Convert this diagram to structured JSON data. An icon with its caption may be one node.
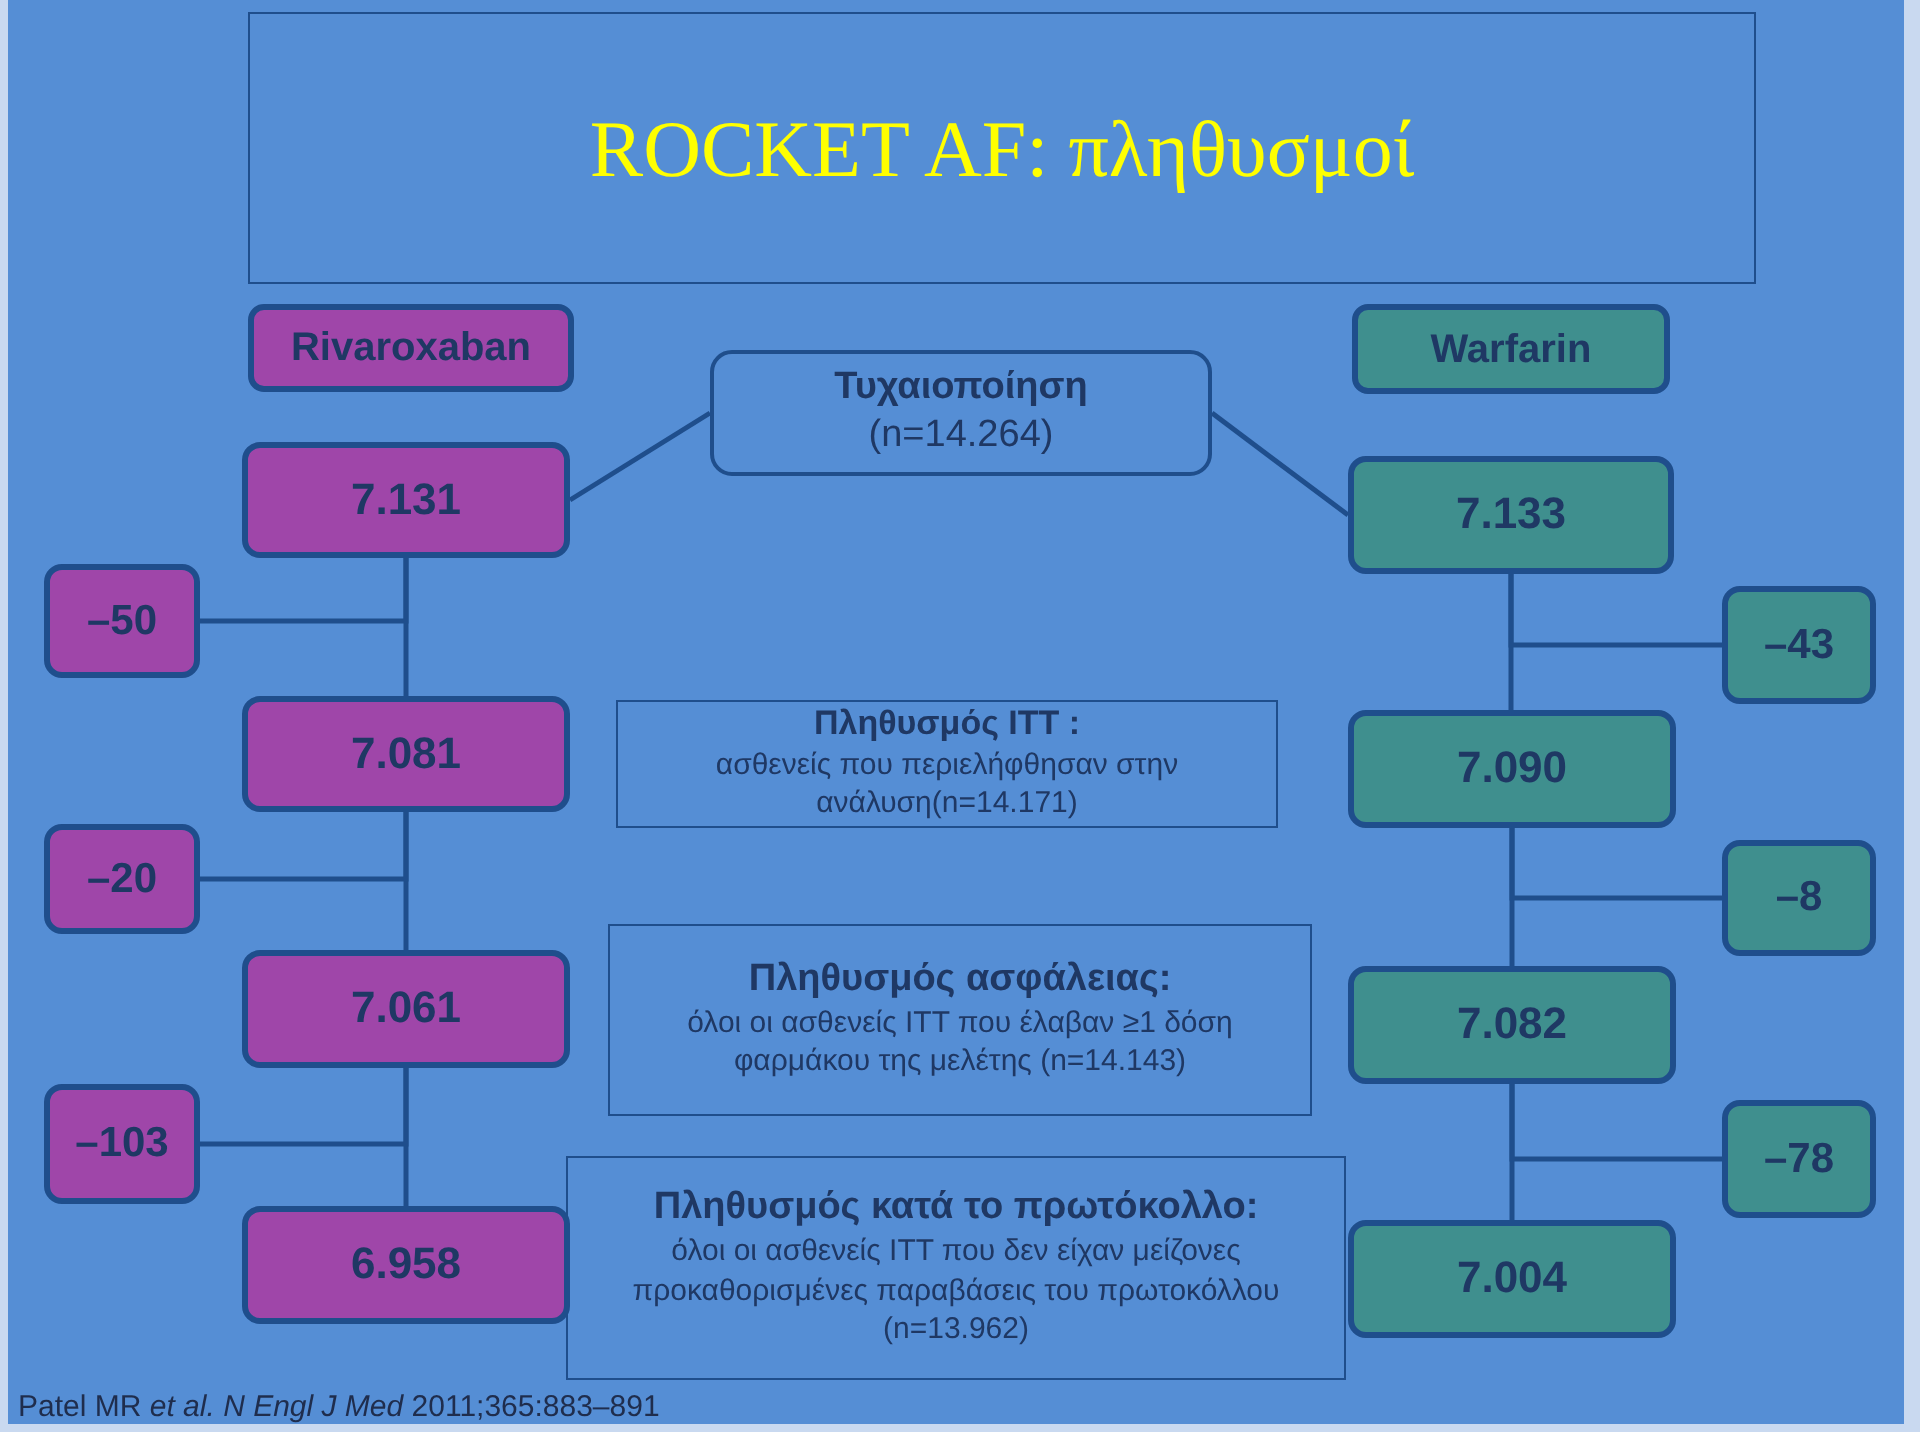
{
  "diagram": {
    "title": "ROCKET AF: πληθυσμοί",
    "nodes": [
      {
        "text": [
          "Rivaroxaban"
        ]
      },
      {
        "text": [
          "7.131"
        ]
      },
      {
        "text": [
          "Τυχαιοποίηση",
          "(n=14.264)"
        ]
      },
      {
        "text": [
          "Warfarin"
        ]
      },
      {
        "text": [
          "7.133"
        ]
      },
      {
        "text": [
          "–50"
        ]
      },
      {
        "text": [
          "–43"
        ]
      },
      {
        "text": [
          "7.081"
        ]
      },
      {
        "text": [
          "Πληθυσμός ITT :",
          "ασθενείς που περιελήφθησαν στην ανάλυση(n=14.171)"
        ]
      },
      {
        "text": [
          "7.090"
        ]
      },
      {
        "text": [
          "–20"
        ]
      },
      {
        "text": [
          "–8"
        ]
      },
      {
        "text": [
          "7.061"
        ]
      },
      {
        "text": [
          "Πληθυσμός ασφάλειας:",
          "όλοι οι ασθενείς ITT που έλαβαν ≥1 δόση φαρμάκου της μελέτης (n=14.143)"
        ]
      },
      {
        "text": [
          "7.082"
        ]
      },
      {
        "text": [
          "–103"
        ]
      },
      {
        "text": [
          "–78"
        ]
      },
      {
        "text": [
          "6.958"
        ]
      },
      {
        "text": [
          "Πληθυσμός κατά το πρωτόκολλο:",
          "όλοι οι ασθενείς ITT που δεν είχαν μείζονες προκαθορισμένες παραβάσεις του πρωτοκόλλου (n=13.962)"
        ]
      },
      {
        "text": [
          "7.004"
        ]
      }
    ],
    "edges": [
      {
        "from": 2,
        "to": 1,
        "arrow": "none"
      },
      {
        "from": 2,
        "to": 4,
        "arrow": "none"
      },
      {
        "from": 1,
        "to": 7,
        "arrow": "none"
      },
      {
        "from": 1,
        "to": 5,
        "arrow": "none"
      },
      {
        "from": 7,
        "to": 12,
        "arrow": "none"
      },
      {
        "from": 7,
        "to": 10,
        "arrow": "none"
      },
      {
        "from": 12,
        "to": 17,
        "arrow": "none"
      },
      {
        "from": 12,
        "to": 15,
        "arrow": "none"
      },
      {
        "from": 4,
        "to": 9,
        "arrow": "none"
      },
      {
        "from": 4,
        "to": 6,
        "arrow": "none"
      },
      {
        "from": 9,
        "to": 14,
        "arrow": "none"
      },
      {
        "from": 9,
        "to": 11,
        "arrow": "none"
      },
      {
        "from": 14,
        "to": 19,
        "arrow": "none"
      },
      {
        "from": 14,
        "to": 16,
        "arrow": "none"
      }
    ],
    "labels": [
      "Patel MR *et al.* *N Engl J Med* 2011;365:883–891"
    ]
  }
}
